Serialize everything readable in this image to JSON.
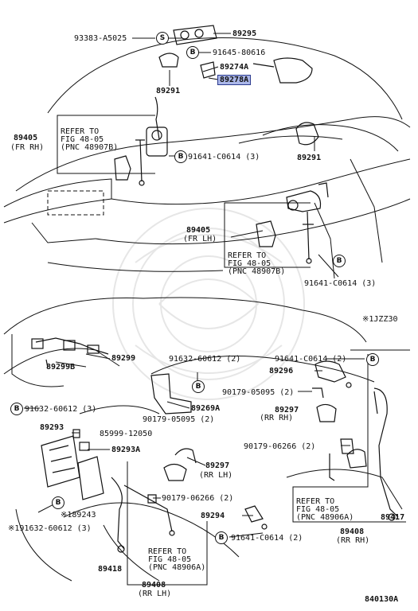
{
  "labels": {
    "p93383": "93383-A5025",
    "p89295": "89295",
    "p91645": "91645-80616",
    "p89274A": "89274A",
    "p89278A": "89278A",
    "p89291a": "89291",
    "p89405fr": "89405",
    "p89405fr_sub": "(FR RH)",
    "ref1_a": "REFER TO",
    "ref1_b": "FIG 48-05",
    "ref1_c": "(PNC 48907B)",
    "p91641a": "91641-C0614 (3)",
    "p89291b": "89291",
    "p89405fl": "89405",
    "p89405fl_sub": "(FR LH)",
    "ref2_a": "REFER TO",
    "ref2_b": "FIG 48-05",
    "ref2_c": "(PNC 48907B)",
    "p91641b": "91641-C0614 (3)",
    "jzz30": "※1JZZ30",
    "p89299": "89299",
    "p89299B": "89299B",
    "p91632a": "91632-60612 (2)",
    "p91641c": "91641-C0614 (2)",
    "p89296": "89296",
    "p91632b": "91632-60612 (3)",
    "p89269A": "89269A",
    "p90179a": "90179-05095 (2)",
    "p90179b": "90179-05095 (2)",
    "p89297rh": "89297",
    "p89297rh_sub": "(RR RH)",
    "p89293": "89293",
    "p85999": "85999-12050",
    "p89293A": "89293A",
    "p90179c": "90179-06266 (2)",
    "p89297lh": "89297",
    "p89297lh_sub": "(RR LH)",
    "p90179d": "90179-06266 (2)",
    "p189243": "※189243",
    "p191632": "※191632-60612 (3)",
    "ref3_a": "REFER TO",
    "ref3_b": "FIG 48-05",
    "ref3_c": "(PNC 48906A)",
    "p89417": "89417",
    "p89294": "89294",
    "p89408rh": "89408",
    "p89408rh_sub": "(RR RH)",
    "p91641d": "91641-C0614 (2)",
    "ref4_a": "REFER TO",
    "ref4_b": "FIG 48-05",
    "ref4_c": "(PNC 48906A)",
    "p89418": "89418",
    "p89408lh": "89408",
    "p89408lh_sub": "(RR LH)",
    "code": "840130A"
  },
  "markers": {
    "s": "S",
    "b": "B"
  },
  "colors": {
    "line": "#111111",
    "highlight_fill": "#aab6e8",
    "highlight_border": "#2c3b8f",
    "watermark": "#e4e4e4"
  }
}
